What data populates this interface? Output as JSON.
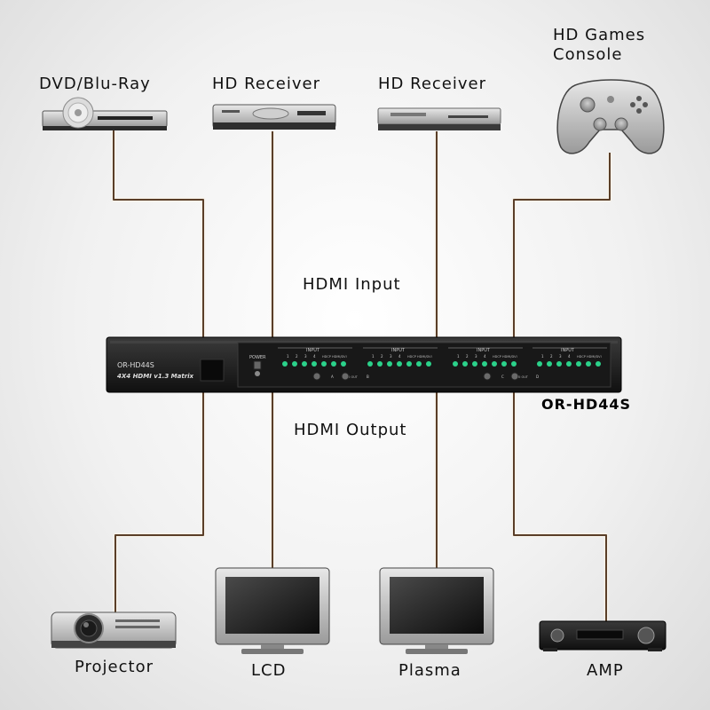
{
  "sources": [
    {
      "label": "DVD/Blu-Ray"
    },
    {
      "label": "HD Receiver"
    },
    {
      "label": "HD Receiver"
    },
    {
      "label": "HD Games\nConsole"
    }
  ],
  "displays": [
    {
      "label": "Projector"
    },
    {
      "label": "LCD"
    },
    {
      "label": "Plasma"
    },
    {
      "label": "AMP"
    }
  ],
  "section_labels": {
    "input": "HDMI Input",
    "output": "HDMI Output"
  },
  "matrix": {
    "model": "OR-HD44S",
    "device_model": "OR-HD44S",
    "device_desc": "4X4 HDMI v1.3 Matrix",
    "power_label": "POWER",
    "input_label": "INPUT",
    "hdcp_label": "HDCP HDMI/DVI",
    "hdmi_out_label": "HDMI OUT",
    "port_numbers": [
      "1",
      "2",
      "3",
      "4"
    ],
    "output_letters": [
      "A",
      "B",
      "C",
      "D"
    ]
  },
  "colors": {
    "wire": "#5a3e28",
    "device_body": "#1a1a1a",
    "led": "#2bd18a"
  }
}
